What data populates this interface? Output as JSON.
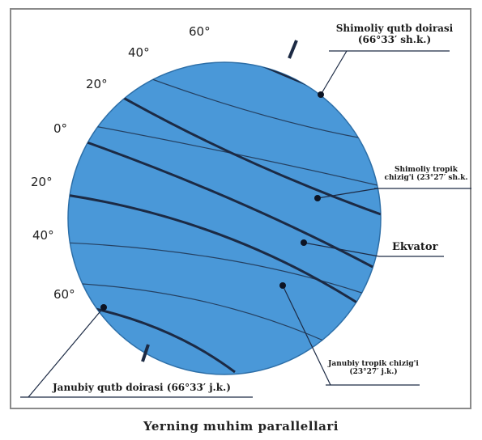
{
  "diagram": {
    "latitude_ticks_north": [
      "60°",
      "40°",
      "20°",
      "0°"
    ],
    "latitude_ticks_south": [
      "20°",
      "40°",
      "60°"
    ],
    "annotations": {
      "arctic_circle_line1": "Shimoliy qutb doirasi",
      "arctic_circle_line2": "(66°33′ sh.k.)",
      "tropic_cancer_line1": "Shimoliy tropik",
      "tropic_cancer_line2": "chizig'i (23°27′ sh.k.",
      "equator": "Ekvator",
      "tropic_capricorn_line1": "Janubiy tropik chizig'i",
      "tropic_capricorn_line2": "(23°27′ j.k.)",
      "antarctic_circle": "Janubiy qutb doirasi (66°33′ j.k.)"
    },
    "colors": {
      "globe": "#4a98d8",
      "lines": "#1c2a44",
      "frame": "#8a8a8a"
    }
  },
  "caption": "Yerning muhim parallellari"
}
